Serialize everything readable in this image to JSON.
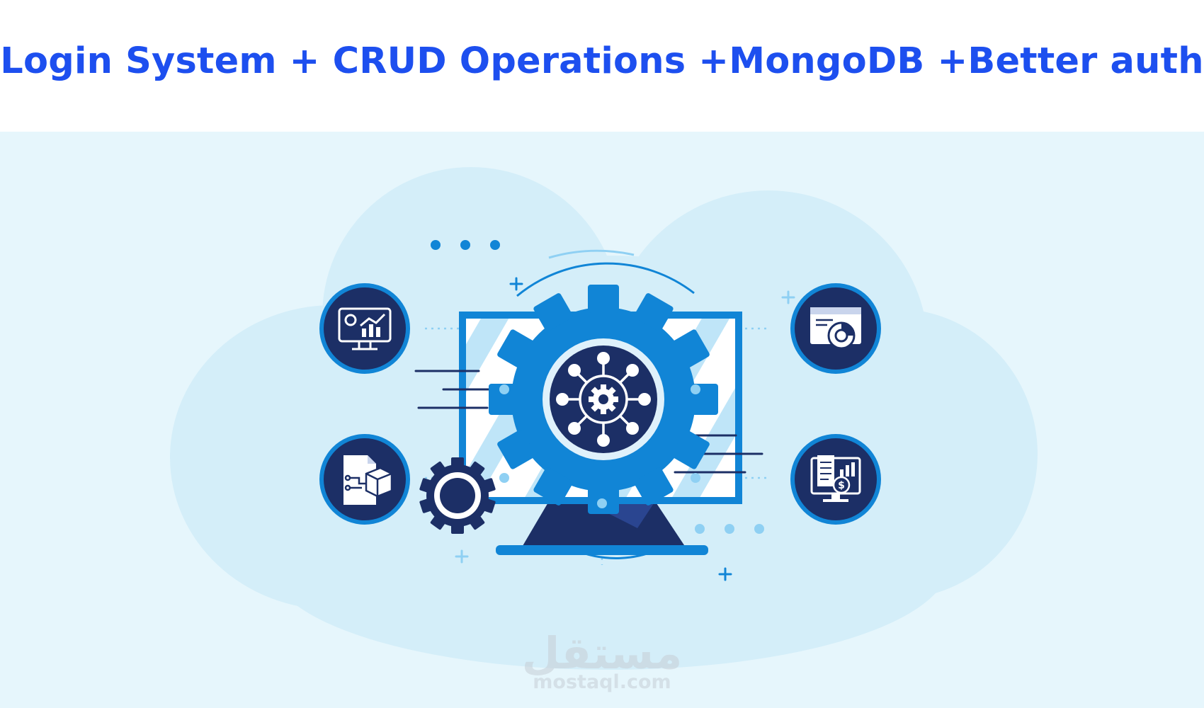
{
  "header": {
    "title": "Login System + CRUD Operations +MongoDB +Better auth"
  },
  "watermark": {
    "arabic": "مستقل",
    "latin": "mostaql.com"
  },
  "icons": {
    "center": "network-gear-icon",
    "top_left": "monitor-analytics-icon",
    "bottom_left": "document-package-icon",
    "top_right": "browser-chart-icon",
    "bottom_right": "financial-report-icon"
  },
  "colors": {
    "title": "#1d4fef",
    "background": "#e6f6fc",
    "cloud": "#d4eef9",
    "primary_blue": "#1185d6",
    "navy": "#1c2f66",
    "light_blue": "#8fd0f3"
  }
}
